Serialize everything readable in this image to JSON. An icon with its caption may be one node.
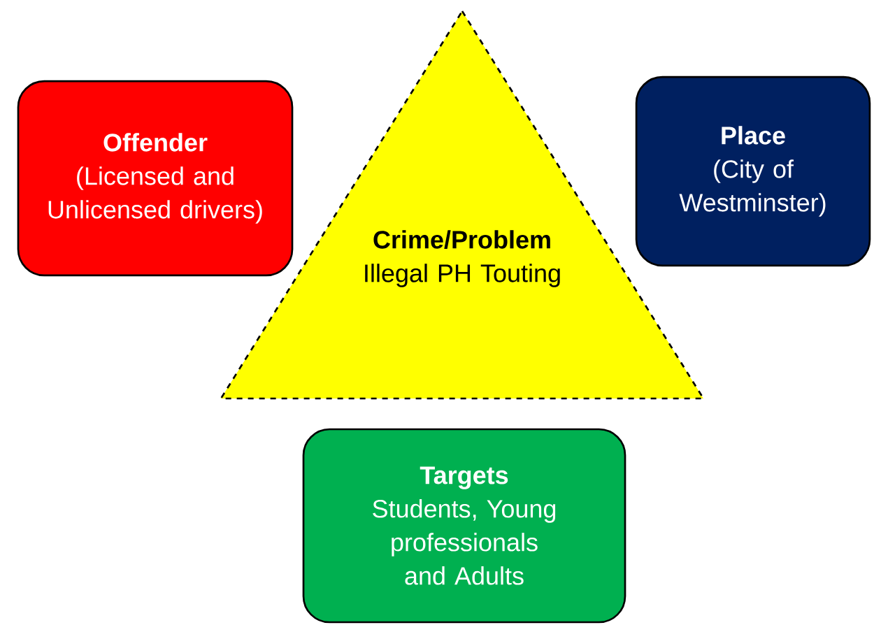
{
  "diagram": {
    "nodes": [
      {
        "text": [
          "Offender",
          "(Licensed and Unlicensed drivers)"
        ]
      },
      {
        "text": [
          "Crime/Problem",
          "Illegal PH Touting"
        ]
      },
      {
        "text": [
          "Place",
          "(City of Westminster)"
        ]
      },
      {
        "text": [
          "Targets",
          "Students, Young professionals and Adults"
        ]
      }
    ]
  }
}
